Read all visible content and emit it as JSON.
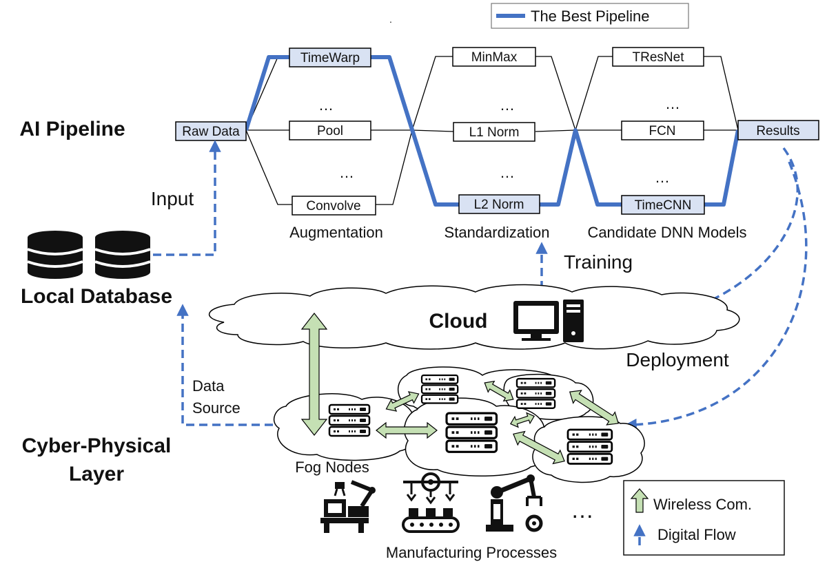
{
  "legend_top": {
    "best_pipeline": "The Best Pipeline"
  },
  "titles": {
    "ai_pipeline": "AI Pipeline",
    "local_database": "Local Database",
    "cyber_physical_line1": "Cyber-Physical",
    "cyber_physical_line2": "Layer"
  },
  "nodes": {
    "raw_data": "Raw Data",
    "results": "Results",
    "augmentation": [
      "TimeWarp",
      "Pool",
      "Convolve"
    ],
    "standardization": [
      "MinMax",
      "L1 Norm",
      "L2 Norm"
    ],
    "models": [
      "TResNet",
      "FCN",
      "TimeCNN"
    ],
    "ellipsis": "…"
  },
  "stage_labels": {
    "augmentation": "Augmentation",
    "standardization": "Standardization",
    "models": "Candidate DNN Models"
  },
  "flow_labels": {
    "input": "Input",
    "training": "Training",
    "deployment": "Deployment",
    "data_source_line1": "Data",
    "data_source_line2": "Source"
  },
  "infra": {
    "cloud": "Cloud",
    "fog_nodes": "Fog Nodes",
    "manufacturing": "Manufacturing Processes",
    "more": "…"
  },
  "legend_bottom": {
    "wireless": "Wireless Com.",
    "digital": "Digital Flow"
  },
  "colors": {
    "best_pipeline": "#4472c4",
    "wireless_arrow": "#c5e0b4",
    "highlight_box": "#d9e2f3"
  }
}
